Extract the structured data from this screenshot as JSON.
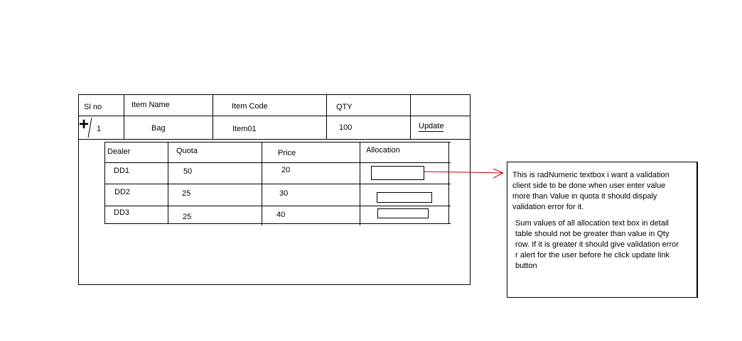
{
  "master_table": {
    "columns": [
      "Sl no",
      "Item Name",
      "Item Code",
      "QTY",
      ""
    ],
    "row": {
      "expand_icon": "plus-icon",
      "sl_no": "1",
      "item_name": "Bag",
      "item_code": "Item01",
      "qty": "100",
      "action": "Update"
    }
  },
  "detail_table": {
    "columns": [
      "Dealer",
      "Quota",
      "Price",
      "Allocation"
    ],
    "rows": [
      {
        "dealer": "DD1",
        "quota": "50",
        "price": "20",
        "allocation": ""
      },
      {
        "dealer": "DD2",
        "quota": "25",
        "price": "30",
        "allocation": ""
      },
      {
        "dealer": "DD3",
        "quota": "25",
        "price": "40",
        "allocation": ""
      }
    ]
  },
  "annotation": {
    "para1": "This is radNumeric textbox i want a validation client side to be done when user enter value more than Value in quota it should dispaly validation error for it.",
    "para2": "Sum values of all allocation text box in detail table should not be greater than value in Qty row. If it is greater it should give validation error r alert for the user before he click update link button",
    "arrow_color": "#d00000"
  }
}
